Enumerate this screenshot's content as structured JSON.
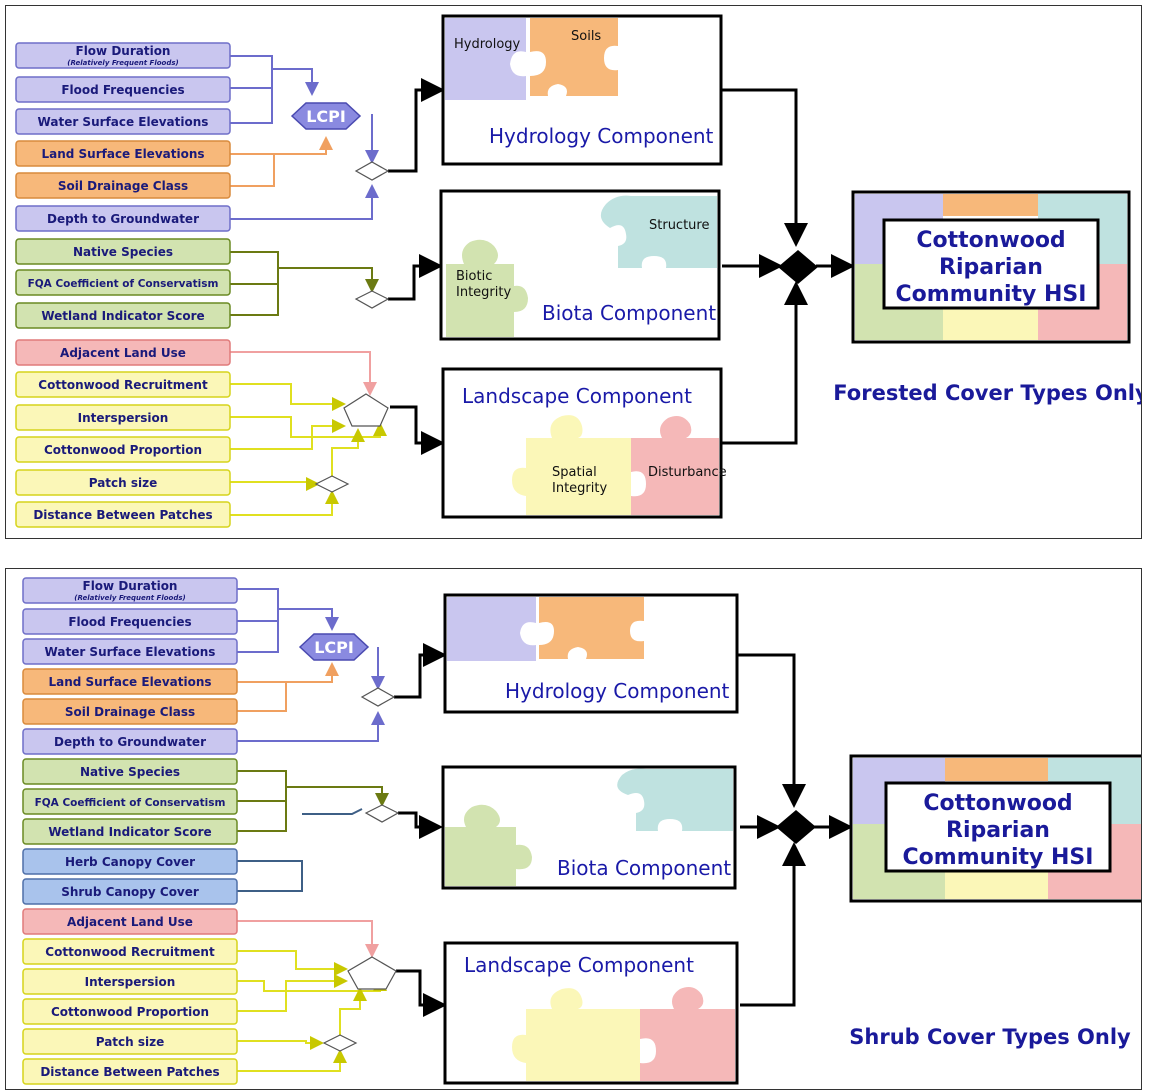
{
  "colors": {
    "hydrology": "#c9c6ef",
    "hydrology_stroke": "#6f6fc8",
    "soils": "#f7b87a",
    "soils_stroke": "#d98a3c",
    "biota": "#d2e3b0",
    "biota_stroke": "#6a8a22",
    "landscape": "#fbf7b8",
    "landscape_stroke": "#d6d41a",
    "disturbance": "#f5b8b8",
    "disturbance_stroke": "#e07a7a",
    "canopy": "#a9c3ec",
    "canopy_stroke": "#4f6fa8",
    "structure": "#bfe2e0",
    "line_blue": "#6c6ccc",
    "line_orange": "#f0a060",
    "line_olive": "#6b7a12",
    "line_yellow": "#e0e020",
    "line_pink": "#f0a0a0",
    "line_steel": "#3e5f86"
  },
  "top": {
    "inputs": {
      "flow_duration": "Flow Duration",
      "flow_duration_sub": "(Relatively Frequent Floods)",
      "flood_frequencies": "Flood Frequencies",
      "water_surface": "Water Surface Elevations",
      "land_surface": "Land Surface Elevations",
      "soil_drainage": "Soil Drainage Class",
      "depth_groundwater": "Depth to Groundwater",
      "native_species": "Native Species",
      "fqa": "FQA Coefficient of Conservatism",
      "wetland": "Wetland Indicator Score",
      "adjacent": "Adjacent Land Use",
      "recruitment": "Cottonwood Recruitment",
      "interspersion": "Interspersion",
      "proportion": "Cottonwood Proportion",
      "patch_size": "Patch size",
      "distance": "Distance Between Patches"
    },
    "lcpi": "LCPI",
    "hydrology_piece": "Hydrology",
    "soils_piece": "Soils",
    "hydrology_component": "Hydrology Component",
    "structure_piece": "Structure",
    "biotic_piece_1": "Biotic",
    "biotic_piece_2": "Integrity",
    "biota_component": "Biota Component",
    "landscape_component": "Landscape Component",
    "spatial_piece_1": "Spatial",
    "spatial_piece_2": "Integrity",
    "disturbance_piece": "Disturbance",
    "hsi_1": "Cottonwood",
    "hsi_2": "Riparian",
    "hsi_3": "Community HSI",
    "caption": "Forested Cover Types Only"
  },
  "bottom": {
    "inputs": {
      "flow_duration": "Flow Duration",
      "flow_duration_sub": "(Relatively Frequent Floods)",
      "flood_frequencies": "Flood Frequencies",
      "water_surface": "Water Surface Elevations",
      "land_surface": "Land Surface Elevations",
      "soil_drainage": "Soil Drainage Class",
      "depth_groundwater": "Depth to Groundwater",
      "native_species": "Native Species",
      "fqa": "FQA Coefficient of Conservatism",
      "wetland": "Wetland Indicator Score",
      "herb_canopy": "Herb Canopy Cover",
      "shrub_canopy": "Shrub Canopy Cover",
      "adjacent": "Adjacent Land Use",
      "recruitment": "Cottonwood Recruitment",
      "interspersion": "Interspersion",
      "proportion": "Cottonwood Proportion",
      "patch_size": "Patch size",
      "distance": "Distance Between Patches"
    },
    "lcpi": "LCPI",
    "hydrology_component": "Hydrology Component",
    "biota_component": "Biota Component",
    "landscape_component": "Landscape Component",
    "hsi_1": "Cottonwood",
    "hsi_2": "Riparian",
    "hsi_3": "Community HSI",
    "caption": "Shrub Cover Types Only"
  }
}
